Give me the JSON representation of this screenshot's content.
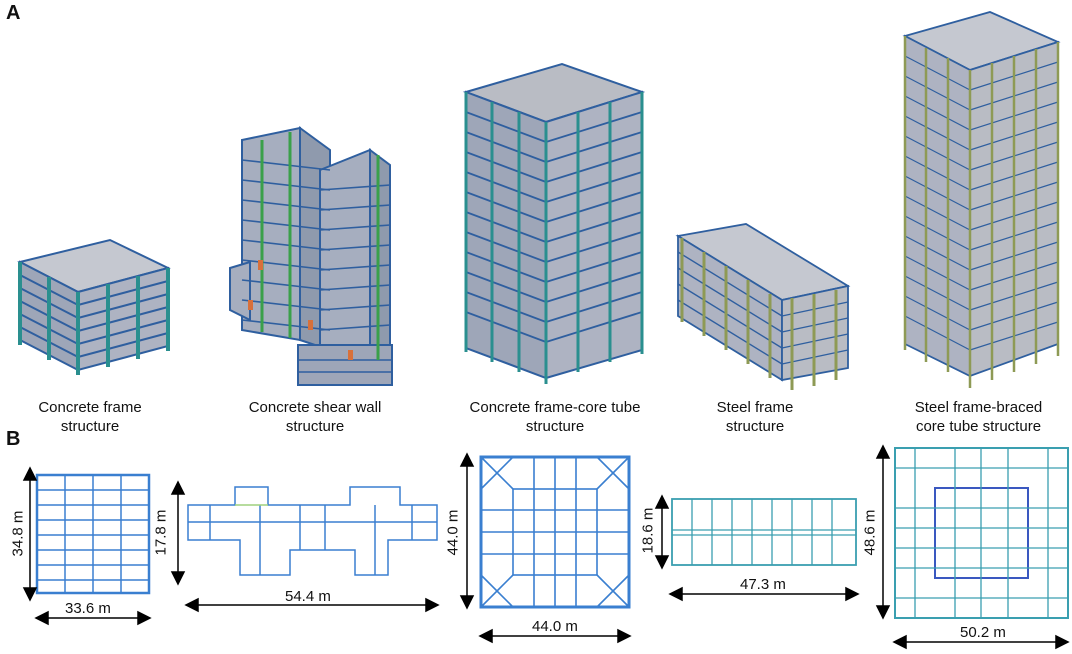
{
  "panels": {
    "a": "A",
    "b": "B"
  },
  "structures": [
    {
      "caption_line1": "Concrete frame",
      "caption_line2": "structure",
      "width": "33.6 m",
      "height": "34.8 m"
    },
    {
      "caption_line1": "Concrete shear wall",
      "caption_line2": "structure",
      "width": "54.4 m",
      "height": "17.8 m"
    },
    {
      "caption_line1": "Concrete frame-core tube",
      "caption_line2": "structure",
      "width": "44.0 m",
      "height": "44.0 m"
    },
    {
      "caption_line1": "Steel frame",
      "caption_line2": "structure",
      "width": "47.3 m",
      "height": "18.6 m"
    },
    {
      "caption_line1": "Steel frame-braced",
      "caption_line2": "core tube structure",
      "width": "50.2 m",
      "height": "48.6 m"
    }
  ],
  "colors": {
    "frame": "#2f5f9f",
    "steel": "#8e9a55",
    "column": "#2a8f8f",
    "plan": "#3a7fd0",
    "floor": "#b9bcc4"
  }
}
